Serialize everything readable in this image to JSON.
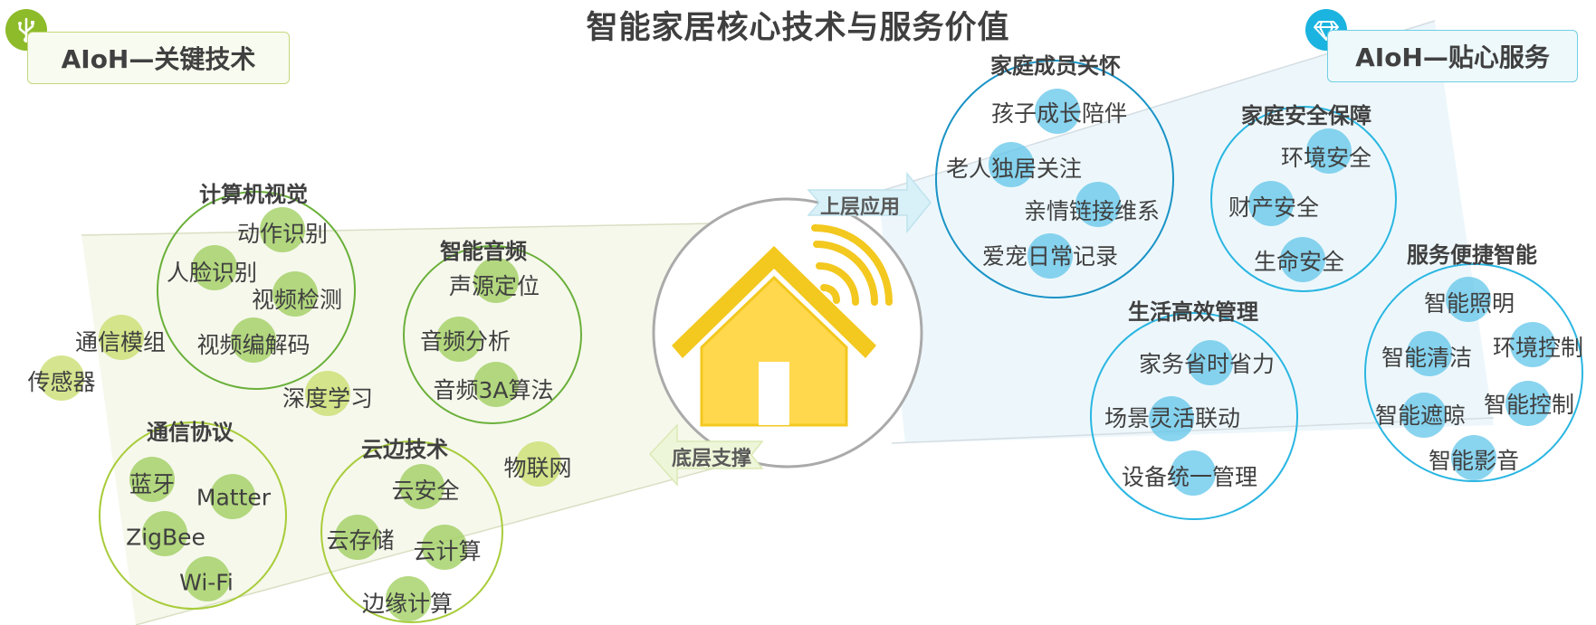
{
  "title": "智能家居核心技术与服务价值",
  "left_header": "AIoH—关键技术",
  "right_header": "AIoH—贴心服务",
  "upper_label": "上层应用",
  "lower_label": "底层支撑",
  "tech": {
    "vision": {
      "title": "计算机视觉",
      "items": [
        "动作识别",
        "人脸识别",
        "视频检测",
        "视频编解码"
      ]
    },
    "audio": {
      "title": "智能音频",
      "items": [
        "声源定位",
        "音频分析",
        "音频3A算法"
      ]
    },
    "comm": {
      "title": "通信协议",
      "items": [
        "蓝牙",
        "Matter",
        "ZigBee",
        "Wi-Fi"
      ]
    },
    "cloud": {
      "title": "云边技术",
      "items": [
        "云安全",
        "云存储",
        "云计算",
        "边缘计算"
      ]
    },
    "standalone": [
      "通信模组",
      "传感器",
      "深度学习",
      "物联网"
    ]
  },
  "service": {
    "family": {
      "title": "家庭成员关怀",
      "items": [
        "孩子成长陪伴",
        "老人独居关注",
        "亲情链接维系",
        "爱宠日常记录"
      ]
    },
    "security": {
      "title": "家庭安全保障",
      "items": [
        "环境安全",
        "财产安全",
        "生命安全"
      ]
    },
    "life": {
      "title": "生活高效管理",
      "items": [
        "家务省时省力",
        "场景灵活联动",
        "设备统一管理"
      ]
    },
    "convenience": {
      "title": "服务便捷智能",
      "items": [
        "智能照明",
        "智能清洁",
        "环境控制",
        "智能遮晾",
        "智能控制",
        "智能影音"
      ]
    }
  },
  "colors": {
    "green": "#8dbb2a",
    "green_dot": "#9ccd5a",
    "blue": "#1bb3df",
    "blue_dot": "#62c6ea",
    "house": "#ffd84d"
  }
}
